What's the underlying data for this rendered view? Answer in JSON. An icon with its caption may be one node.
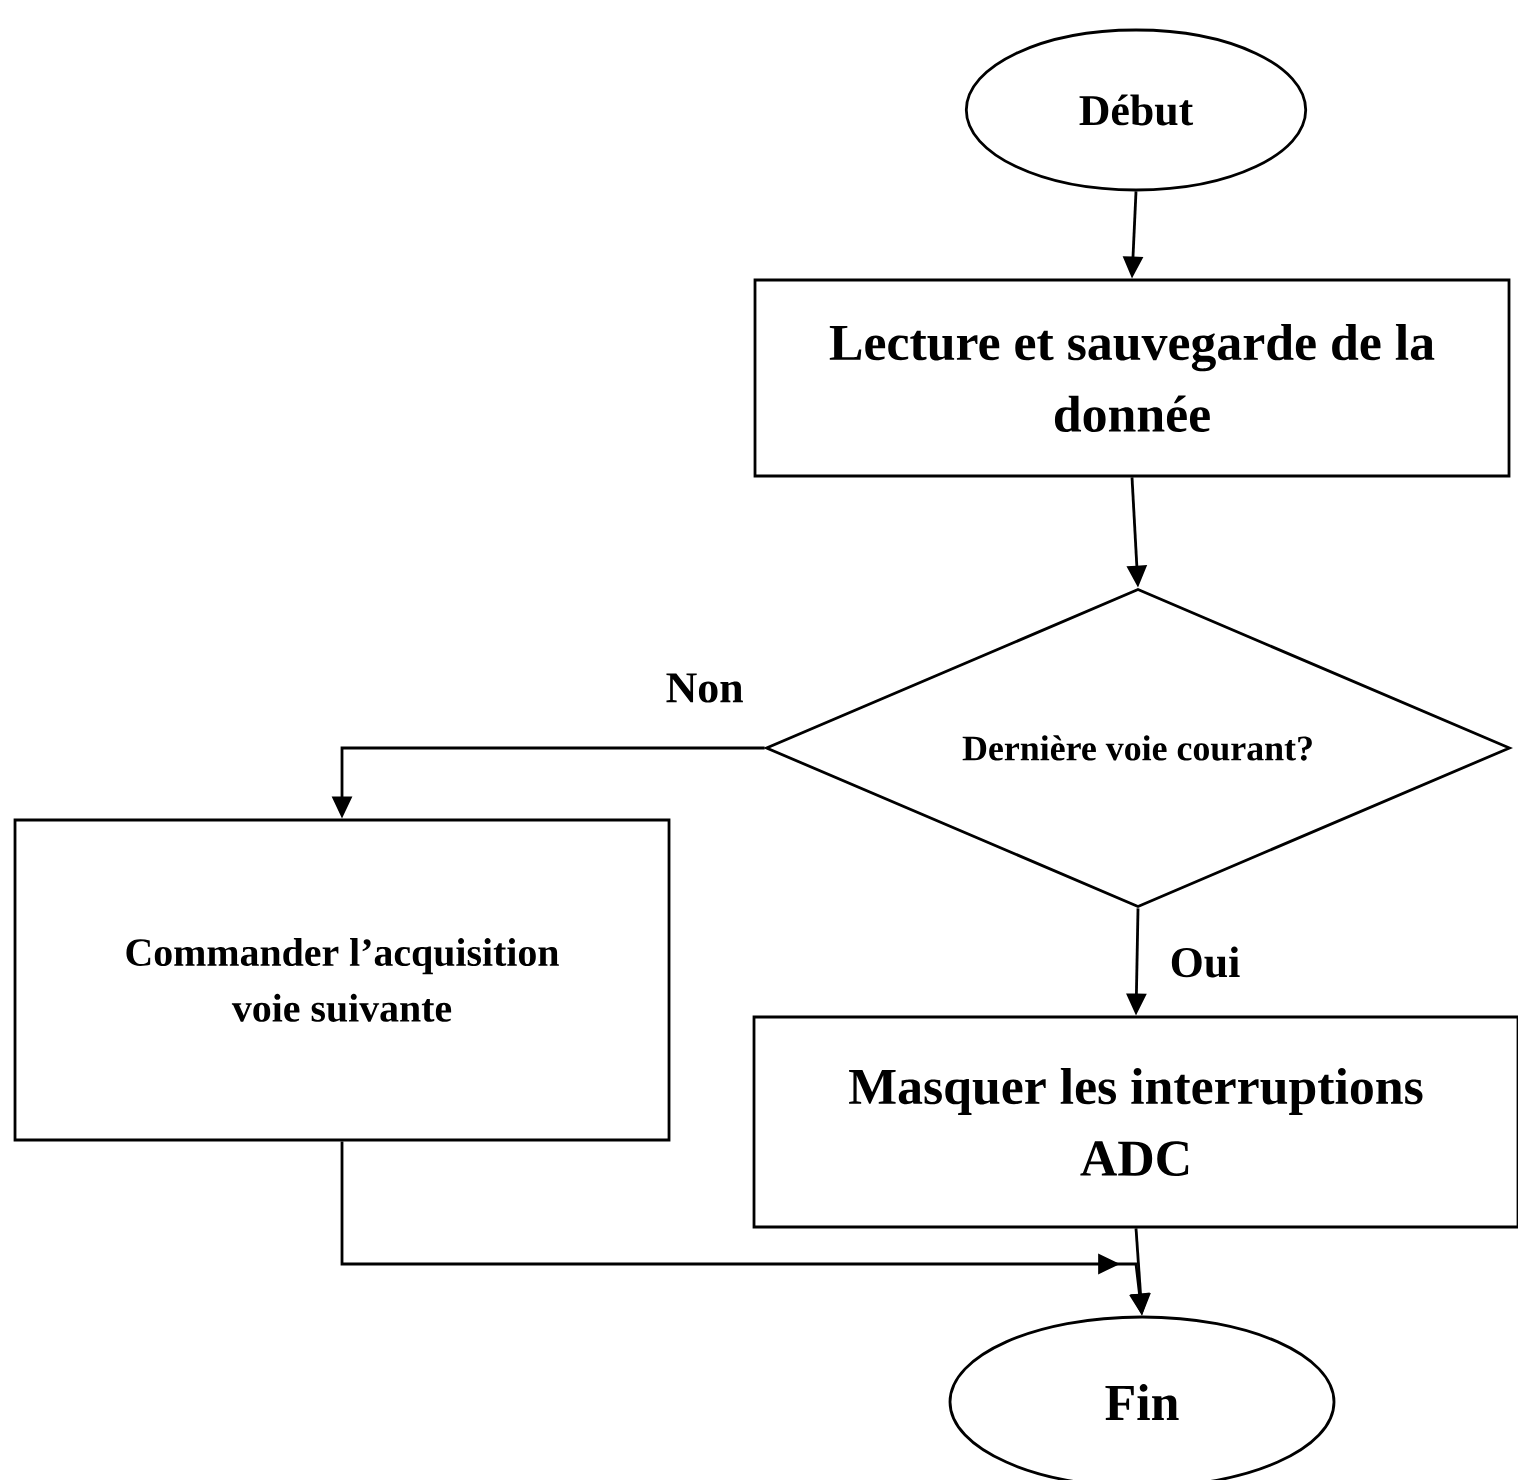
{
  "diagram": {
    "nodes": [
      {
        "text": [
          "Début"
        ]
      },
      {
        "text": [
          "Lecture et sauvegarde de la donnée"
        ]
      },
      {
        "text": [
          "Dernière voie courant?"
        ]
      },
      {
        "text": [
          "Commander l’acquisition voie suivante"
        ]
      },
      {
        "text": [
          "Masquer les interruptions ADC"
        ]
      },
      {
        "text": [
          "Fin"
        ]
      }
    ],
    "edges": [
      {
        "from": 0,
        "to": 1,
        "arrow": "to"
      },
      {
        "from": 1,
        "to": 2,
        "arrow": "to"
      },
      {
        "from": 2,
        "to": 3,
        "arrow": "to",
        "label": "Non"
      },
      {
        "from": 2,
        "to": 4,
        "arrow": "to",
        "label": "Oui"
      },
      {
        "from": 4,
        "to": 5,
        "arrow": "to"
      },
      {
        "from": 3,
        "to": 5,
        "arrow": "to"
      }
    ]
  }
}
